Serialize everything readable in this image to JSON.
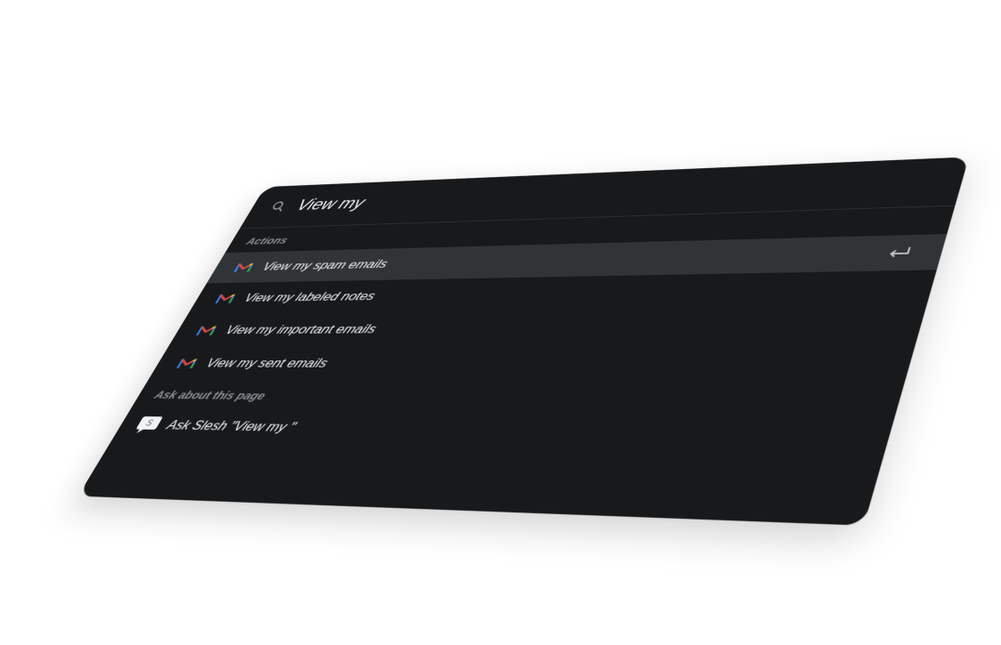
{
  "search": {
    "value": "View my",
    "icon": "search-icon"
  },
  "sections": {
    "actions_label": "Actions",
    "ask_label": "Ask about this page"
  },
  "actions": [
    {
      "label": "View my spam emails",
      "icon": "gmail-icon",
      "selected": true
    },
    {
      "label": "View my labeled notes",
      "icon": "gmail-icon",
      "selected": false
    },
    {
      "label": "View my important emails",
      "icon": "gmail-icon",
      "selected": false
    },
    {
      "label": "View my sent emails",
      "icon": "gmail-icon",
      "selected": false
    }
  ],
  "ask": {
    "label": "Ask Slesh \"View my \"",
    "icon": "slesh-chat-icon",
    "icon_letter": "S"
  },
  "colors": {
    "panel_bg": "#17191b",
    "selected_bg": "#303436",
    "muted_text": "#8a8f94",
    "text": "#f1f3f4",
    "gmail_red": "#ea4335",
    "gmail_blue": "#4285f4",
    "gmail_green": "#34a853",
    "gmail_yellow": "#fbbc04"
  }
}
